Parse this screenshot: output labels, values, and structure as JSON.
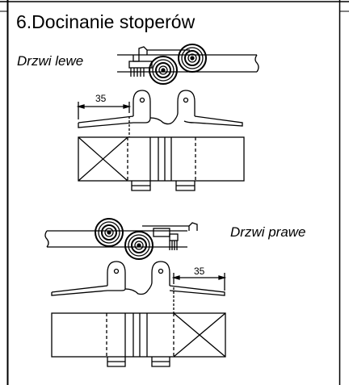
{
  "section": {
    "title": "6.Docinanie stoperów"
  },
  "labels": {
    "left_door": "Drzwi lewe",
    "right_door": "Drzwi prawe"
  },
  "dimensions": {
    "top_dim": "35",
    "bottom_dim": "35"
  }
}
